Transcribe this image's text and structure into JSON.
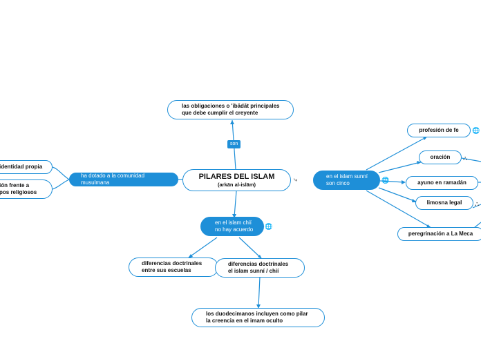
{
  "colors": {
    "accent": "#1e8fd8",
    "node_fill": "#ffffff",
    "text": "#111111"
  },
  "center": {
    "title": "PILARES DEL ISLAM",
    "subtitle": "(arkān al-islām)"
  },
  "top": {
    "connector_label": "son",
    "node": "las obligaciones o 'ibādāt principales\nque debe cumplir el creyente"
  },
  "left": {
    "branch": "ha dotado a la comunidad musulmana",
    "children": [
      "identidad propia",
      "ión frente a\npos religiosos"
    ]
  },
  "bottom": {
    "branch": "en el islam chií\nno hay acuerdo",
    "children": [
      "diferencias doctrinales\nentre sus escuelas",
      "diferencias doctrinales\nel islam sunní / chií"
    ],
    "grandchild": "los duodecimanos incluyen como pilar\nla creencia en el imam oculto"
  },
  "right": {
    "branch": "en el islam sunní\nson cinco",
    "children": [
      "profesión de fe",
      "oración",
      "ayuno en ramadán",
      "limosna legal",
      "peregrinación a La Meca"
    ]
  },
  "icons": [
    "globe-icon",
    "prayer-icon",
    "charity-icon",
    "link-icon"
  ]
}
